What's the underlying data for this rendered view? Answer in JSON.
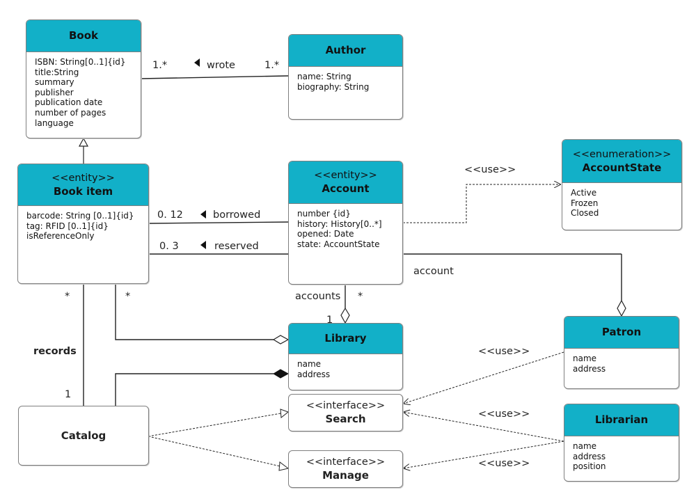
{
  "classes": {
    "book": {
      "name": "Book",
      "attributes": [
        "ISBN: String[0..1]{id}",
        "title:String",
        "summary",
        "publisher",
        "publication date",
        "number of pages",
        "language"
      ]
    },
    "author": {
      "name": "Author",
      "attributes": [
        "name: String",
        "biography: String"
      ]
    },
    "book_item": {
      "stereotype": "<<entity>>",
      "name": "Book item",
      "attributes": [
        "barcode: String [0..1]{id}",
        "tag: RFID [0..1]{id}",
        "isReferenceOnly"
      ]
    },
    "account": {
      "stereotype": "<<entity>>",
      "name": "Account",
      "attributes": [
        "number {id}",
        "history: History[0..*]",
        "opened: Date",
        "state: AccountState"
      ]
    },
    "account_state": {
      "stereotype": "<<enumeration>>",
      "name": "AccountState",
      "attributes": [
        "Active",
        "Frozen",
        "Closed"
      ]
    },
    "library": {
      "name": "Library",
      "attributes": [
        "name",
        "address"
      ]
    },
    "patron": {
      "name": "Patron",
      "attributes": [
        "name",
        "address"
      ]
    },
    "librarian": {
      "name": "Librarian",
      "attributes": [
        "name",
        "address",
        "position"
      ]
    },
    "catalog": {
      "name": "Catalog"
    },
    "search": {
      "stereotype": "<<interface>>",
      "name": "Search"
    },
    "manage": {
      "stereotype": "<<interface>>",
      "name": "Manage"
    }
  },
  "labels": {
    "book_author_left_mult": "1.*",
    "wrote": "wrote",
    "book_author_right_mult": "1.*",
    "borrowed_mult": "0. 12",
    "borrowed": "borrowed",
    "reserved_mult": "0. 3",
    "reserved": "reserved",
    "use_account_state": "<<use>>",
    "account": "account",
    "accounts": "accounts",
    "accounts_mult": "*",
    "library_mult": "1",
    "bookitem_records_mult": "*",
    "bookitem_library_mult": "*",
    "records": "records",
    "catalog_mult": "1",
    "use_patron": "<<use>>",
    "use_librarian_search": "<<use>>",
    "use_librarian_manage": "<<use>>"
  },
  "colors": {
    "header": "#12b0c8",
    "border": "#7f7f7f",
    "line": "#222222"
  }
}
